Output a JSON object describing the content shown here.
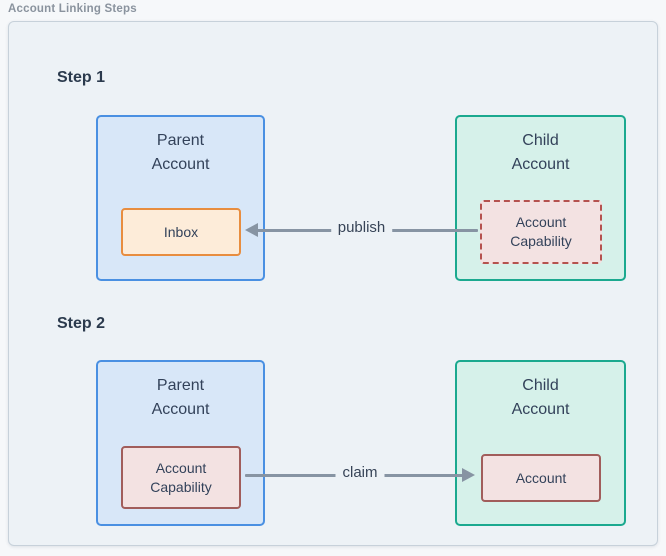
{
  "diagram": {
    "title": "Account Linking Steps"
  },
  "steps": [
    {
      "label": "Step 1",
      "parent_account": {
        "title_line1": "Parent",
        "title_line2": "Account",
        "inner_box_lines": [
          "Inbox"
        ]
      },
      "child_account": {
        "title_line1": "Child",
        "title_line2": "Account",
        "inner_box_lines": [
          "Account",
          "Capability"
        ]
      },
      "arrow": {
        "label": "publish",
        "direction": "right-to-left",
        "from": "Account Capability",
        "to": "Inbox"
      }
    },
    {
      "label": "Step 2",
      "parent_account": {
        "title_line1": "Parent",
        "title_line2": "Account",
        "inner_box_lines": [
          "Account",
          "Capability"
        ]
      },
      "child_account": {
        "title_line1": "Child",
        "title_line2": "Account",
        "inner_box_lines": [
          "Account"
        ]
      },
      "arrow": {
        "label": "claim",
        "direction": "left-to-right",
        "from": "Account Capability",
        "to": "Account"
      }
    }
  ],
  "colors": {
    "panel_background": "#edf2f6",
    "panel_border": "#c7d1da",
    "parent_box_fill": "#d8e7f8",
    "parent_box_border": "#4a90e2",
    "child_box_fill": "#d6f1ea",
    "child_box_border": "#1ba98f",
    "inbox_fill": "#fdecd9",
    "inbox_border": "#e88d3f",
    "capability_fill": "#f3e2e2",
    "capability_border_solid": "#a15d5b",
    "capability_border_dashed": "#b5524f",
    "arrow": "#8794a3",
    "text_dark": "#33425a",
    "heading_text": "#2b3a4d",
    "title_text": "#8a939e"
  }
}
